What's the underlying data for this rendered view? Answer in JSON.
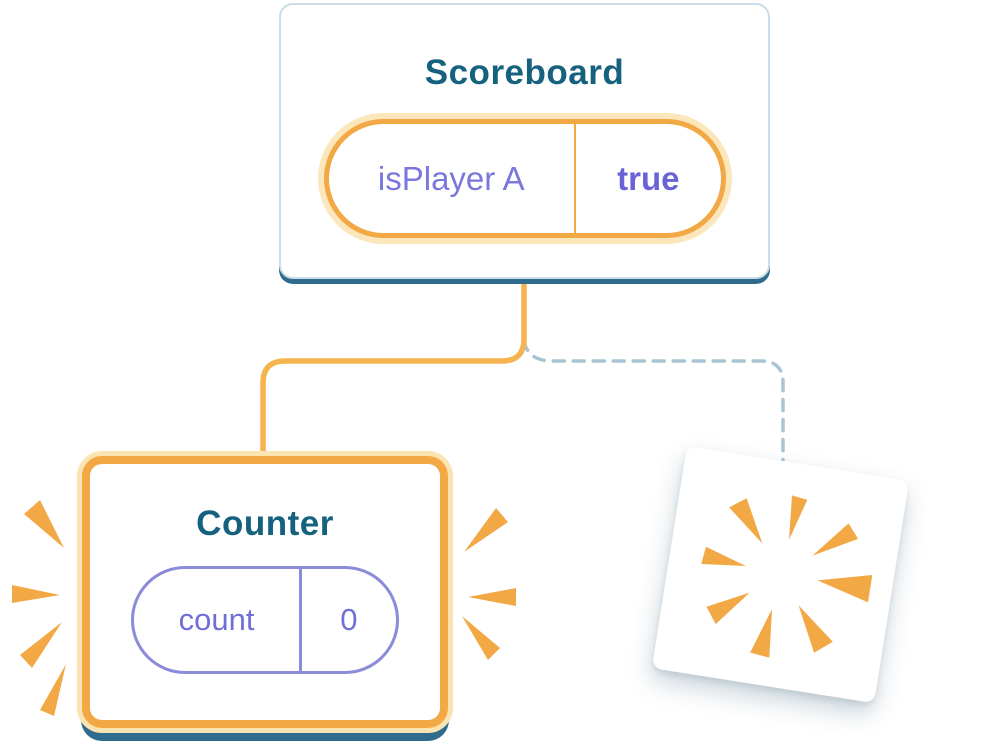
{
  "scoreboard": {
    "title": "Scoreboard",
    "state": {
      "label": "isPlayer A",
      "value": "true"
    }
  },
  "counter": {
    "title": "Counter",
    "state": {
      "label": "count",
      "value": "0"
    }
  },
  "colors": {
    "accent_orange": "#F2A845",
    "accent_orange_light": "#FCE7BC",
    "connector_orange": "#F6B44E",
    "state_purple": "#7A78DC",
    "state_value_purple": "#6963D6",
    "counter_pill_purple": "#8B8BD9",
    "title_blue": "#15617E",
    "card_bottom_edge_blue": "#2E6B8C",
    "card_border_blue": "#C9DEE9",
    "dashed_line_blue": "#A9C4D2"
  },
  "icons": {
    "sparkle": "✦",
    "burst": "✹",
    "emphasis": "〳"
  }
}
